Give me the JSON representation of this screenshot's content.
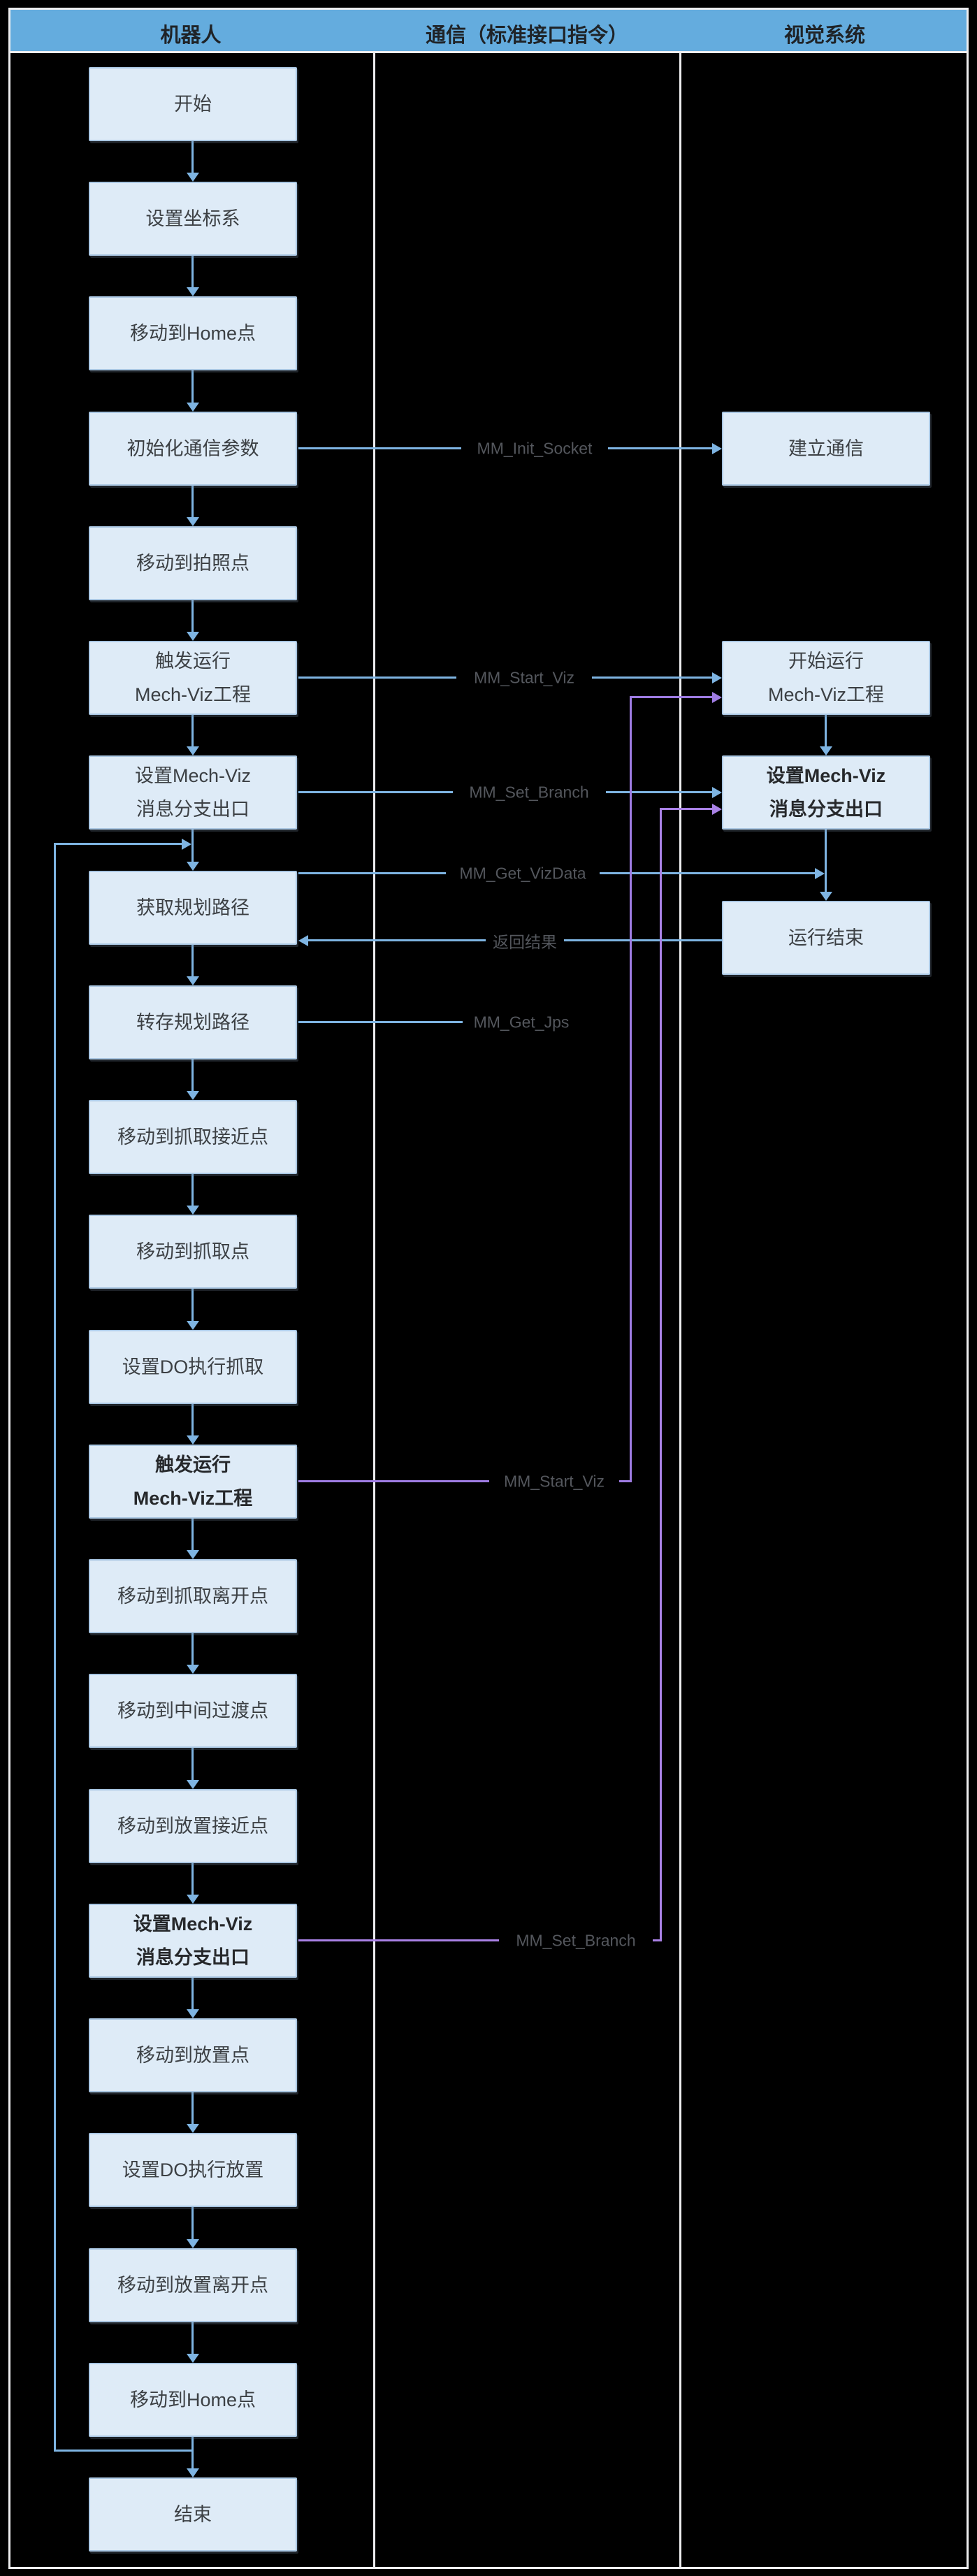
{
  "header": {
    "columns": [
      {
        "id": "robot",
        "label": "机器人"
      },
      {
        "id": "comm",
        "label": "通信（标准接口指令）"
      },
      {
        "id": "vision",
        "label": "视觉系统"
      }
    ]
  },
  "robot_nodes": [
    {
      "id": "start",
      "lines": [
        "开始"
      ],
      "bold": false
    },
    {
      "id": "set-coordinate",
      "lines": [
        "设置坐标系"
      ],
      "bold": false
    },
    {
      "id": "move-home-1",
      "lines": [
        "移动到Home点"
      ],
      "bold": false
    },
    {
      "id": "init-comm-params",
      "lines": [
        "初始化通信参数"
      ],
      "bold": false
    },
    {
      "id": "move-photo-point",
      "lines": [
        "移动到拍照点"
      ],
      "bold": false
    },
    {
      "id": "trigger-viz-1",
      "lines": [
        "触发运行",
        "Mech-Viz工程"
      ],
      "bold": false
    },
    {
      "id": "set-branch-1",
      "lines": [
        "设置Mech-Viz",
        "消息分支出口"
      ],
      "bold": false
    },
    {
      "id": "get-planned-path",
      "lines": [
        "获取规划路径"
      ],
      "bold": false
    },
    {
      "id": "store-planned-path",
      "lines": [
        "转存规划路径"
      ],
      "bold": false
    },
    {
      "id": "move-pick-approach",
      "lines": [
        "移动到抓取接近点"
      ],
      "bold": false
    },
    {
      "id": "move-pick-point",
      "lines": [
        "移动到抓取点"
      ],
      "bold": false
    },
    {
      "id": "set-do-pick",
      "lines": [
        "设置DO执行抓取"
      ],
      "bold": false
    },
    {
      "id": "trigger-viz-2",
      "lines": [
        "触发运行",
        "Mech-Viz工程"
      ],
      "bold": true
    },
    {
      "id": "move-pick-leave",
      "lines": [
        "移动到抓取离开点"
      ],
      "bold": false
    },
    {
      "id": "move-mid-transition",
      "lines": [
        "移动到中间过渡点"
      ],
      "bold": false
    },
    {
      "id": "move-place-approach",
      "lines": [
        "移动到放置接近点"
      ],
      "bold": false
    },
    {
      "id": "set-branch-2",
      "lines": [
        "设置Mech-Viz",
        "消息分支出口"
      ],
      "bold": true
    },
    {
      "id": "move-place-point",
      "lines": [
        "移动到放置点"
      ],
      "bold": false
    },
    {
      "id": "set-do-place",
      "lines": [
        "设置DO执行放置"
      ],
      "bold": false
    },
    {
      "id": "move-place-leave",
      "lines": [
        "移动到放置离开点"
      ],
      "bold": false
    },
    {
      "id": "move-home-2",
      "lines": [
        "移动到Home点"
      ],
      "bold": false
    },
    {
      "id": "end",
      "lines": [
        "结束"
      ],
      "bold": false
    }
  ],
  "vision_nodes": [
    {
      "id": "establish-comm",
      "lines": [
        "建立通信"
      ],
      "bold": false
    },
    {
      "id": "start-running-viz",
      "lines": [
        "开始运行",
        "Mech-Viz工程"
      ],
      "bold": false
    },
    {
      "id": "set-branch-exit",
      "lines": [
        "设置Mech-Viz",
        "消息分支出口"
      ],
      "bold": true
    },
    {
      "id": "run-finished",
      "lines": [
        "运行结束"
      ],
      "bold": false
    }
  ],
  "comm_labels": [
    {
      "id": "mm-init-socket",
      "text": "MM_Init_Socket"
    },
    {
      "id": "mm-start-viz-1",
      "text": "MM_Start_Viz"
    },
    {
      "id": "mm-set-branch-1",
      "text": "MM_Set_Branch"
    },
    {
      "id": "mm-get-vizdata",
      "text": "MM_Get_VizData"
    },
    {
      "id": "return-result",
      "text": "返回结果"
    },
    {
      "id": "mm-get-jps",
      "text": "MM_Get_Jps"
    },
    {
      "id": "mm-start-viz-2",
      "text": "MM_Start_Viz"
    },
    {
      "id": "mm-set-branch-2",
      "text": "MM_Set_Branch"
    }
  ],
  "colors": {
    "background": "#000000",
    "frame_border": "#EDEDEF",
    "header_fill": "#64ACDE",
    "header_text": "#1F2327",
    "box_fill": "#DEEBF7",
    "box_border": "#AAC7E3",
    "box_text": "#3C4044",
    "box_text_bold": "#26282B",
    "arrow_blue": "#7EB4E2",
    "arrow_purple_start": "#9F7CE3",
    "arrow_purple_branch": "#AA82E6",
    "label_text": "#54575D"
  }
}
